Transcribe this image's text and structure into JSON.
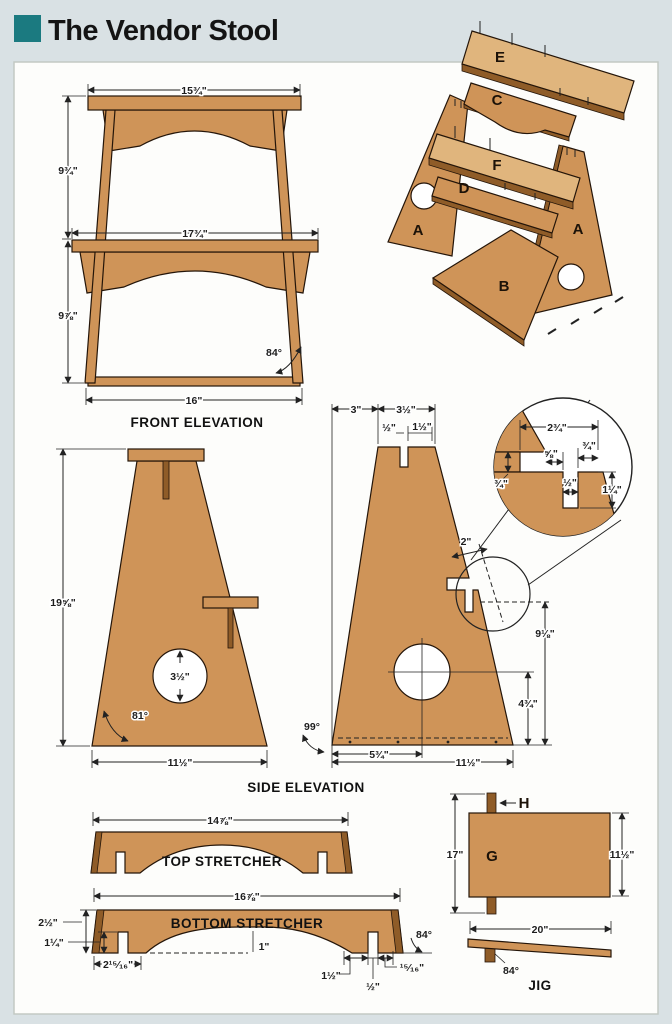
{
  "title": "The Vendor Stool",
  "front_elevation": {
    "label": "FRONT ELEVATION",
    "dim_top": "15¾\"",
    "dim_left_upper": "9¾\"",
    "dim_mid": "17¾\"",
    "dim_left_lower": "9⅞\"",
    "dim_angle": "84°",
    "dim_bottom": "16\""
  },
  "exploded": {
    "part_e": "E",
    "part_c": "C",
    "part_f": "F",
    "part_d": "D",
    "part_a_left": "A",
    "part_a_right": "A",
    "part_b": "B"
  },
  "side_elevation": {
    "label": "SIDE ELEVATION",
    "left": {
      "dim_height": "19⅝\"",
      "dim_hole": "3½\"",
      "dim_angle": "81°",
      "dim_bottom": "11½\""
    },
    "right": {
      "dim_top_left": "3\"",
      "dim_top": "3½\"",
      "dim_slot_width": "½\"",
      "dim_slot_offset": "1½\"",
      "dim_notch": "2\"",
      "dim_notch_height": "9⅛\"",
      "dim_hole_height": "4¾\"",
      "dim_angle": "99°",
      "dim_hole_x": "5¾\"",
      "dim_bottom": "11½\""
    },
    "detail": {
      "dim_width": "2¾\"",
      "dim_edge": "¾\"",
      "dim_inner": "⅝\"",
      "dim_arm_height": "¾\"",
      "dim_slot_width": "½\"",
      "dim_slot_depth": "1¼\""
    }
  },
  "top_stretcher": {
    "label": "TOP STRETCHER",
    "dim_width": "14⅞\""
  },
  "bottom_stretcher": {
    "label": "BOTTOM STRETCHER",
    "dim_width": "16⅞\"",
    "dim_height": "2½\"",
    "dim_slot_height": "1¼\"",
    "dim_end_offset": "2¹⁵⁄₁₆\"",
    "dim_arch": "1\"",
    "dim_angle": "84°",
    "dim_right_1": "1½\"",
    "dim_right_2": "½\"",
    "dim_right_3": "¹⁵⁄₁₆\""
  },
  "jig": {
    "label": "JIG",
    "part_g": "G",
    "part_h": "H",
    "dim_height": "17\"",
    "dim_right": "11½\"",
    "dim_width": "20\"",
    "dim_angle": "84°"
  }
}
